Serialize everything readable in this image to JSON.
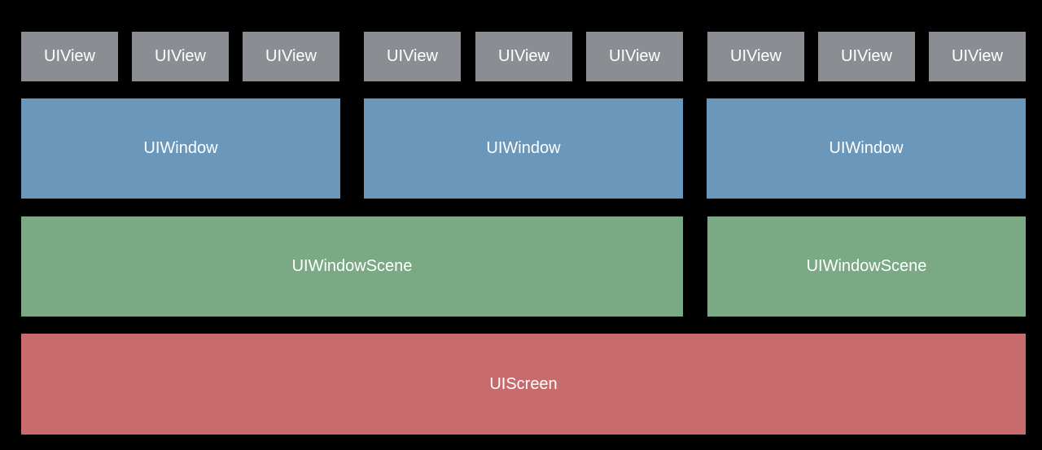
{
  "colors": {
    "background": "#000000",
    "view": "#8a8e93",
    "window": "#6a97ba",
    "scene": "#7aa984",
    "screen": "#c86b6d",
    "text": "#ffffff"
  },
  "views": [
    {
      "label": "UIView"
    },
    {
      "label": "UIView"
    },
    {
      "label": "UIView"
    },
    {
      "label": "UIView"
    },
    {
      "label": "UIView"
    },
    {
      "label": "UIView"
    },
    {
      "label": "UIView"
    },
    {
      "label": "UIView"
    },
    {
      "label": "UIView"
    }
  ],
  "windows": [
    {
      "label": "UIWindow"
    },
    {
      "label": "UIWindow"
    },
    {
      "label": "UIWindow"
    }
  ],
  "scenes": [
    {
      "label": "UIWindowScene"
    },
    {
      "label": "UIWindowScene"
    }
  ],
  "screen": {
    "label": "UIScreen"
  }
}
